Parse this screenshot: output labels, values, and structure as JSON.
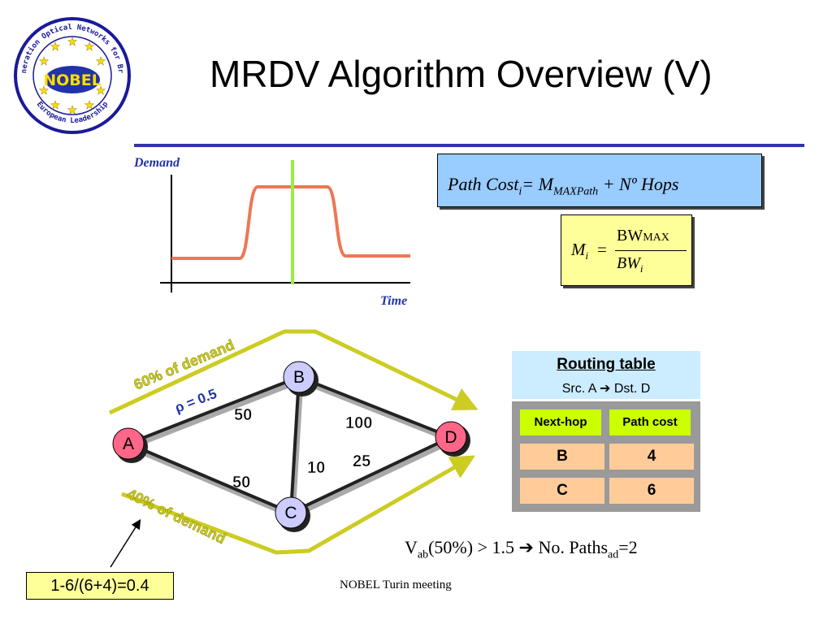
{
  "slide": {
    "title": "MRDV Algorithm Overview (V)",
    "footer": "NOBEL Turin  meeting"
  },
  "logo": {
    "center_text": "NOBEL",
    "ring_text_top": "Next generation Optical Networks for Broadband",
    "ring_text_bottom": "European Leadership",
    "colors": {
      "ring_fill": "#ffffff",
      "ring_outline": "#1a1a99",
      "center_fill": "#2233aa",
      "star": "#ffdd00"
    }
  },
  "demand_chart": {
    "ylabel": "Demand",
    "xlabel": "Time",
    "colors": {
      "curve": "#ee7755",
      "marker": "#99ee44",
      "label": "#2233aa"
    }
  },
  "path_cost": {
    "prefix": "Path Cost",
    "i_sub": "i",
    "eq": "= M",
    "sub": "MAXPath",
    "suffix": "+ Nº Hops"
  },
  "formula": {
    "lhs": "M",
    "lhs_sub": "i",
    "eq": "=",
    "num": "BW",
    "num_sub": "MAX",
    "den": "BW",
    "den_sub": "i"
  },
  "network": {
    "nodes": [
      {
        "id": "A",
        "label": "A",
        "color": "#ff6688"
      },
      {
        "id": "B",
        "label": "B",
        "color": "#ccccff"
      },
      {
        "id": "C",
        "label": "C",
        "color": "#ccccff"
      },
      {
        "id": "D",
        "label": "D",
        "color": "#ff6688"
      }
    ],
    "edge_labels": {
      "ab": "50",
      "bd": "100",
      "ac": "50",
      "bc": "10",
      "cd": "25"
    },
    "rho": "ρ = 0.5",
    "upper_split": "60% of demand",
    "lower_split": "40% of demand",
    "colors": {
      "split_arrow": "#cccc22",
      "split_text": "#cccc22",
      "rho_text": "#2233aa"
    }
  },
  "routing_table": {
    "title": "Routing table",
    "subtitle_src": "Src. A",
    "subtitle_dst": "Dst. D",
    "columns": [
      "Next-hop",
      "Path cost"
    ],
    "rows": [
      {
        "next_hop": "B",
        "path_cost": "4"
      },
      {
        "next_hop": "C",
        "path_cost": "6"
      }
    ]
  },
  "calc": "1-6/(6+4)=0.4",
  "vab": {
    "v": "V",
    "v_sub": "ab",
    "rest": "(50%) > 1.5",
    "no_paths": "No. Paths",
    "np_sub": "ad",
    "value": "=2"
  }
}
